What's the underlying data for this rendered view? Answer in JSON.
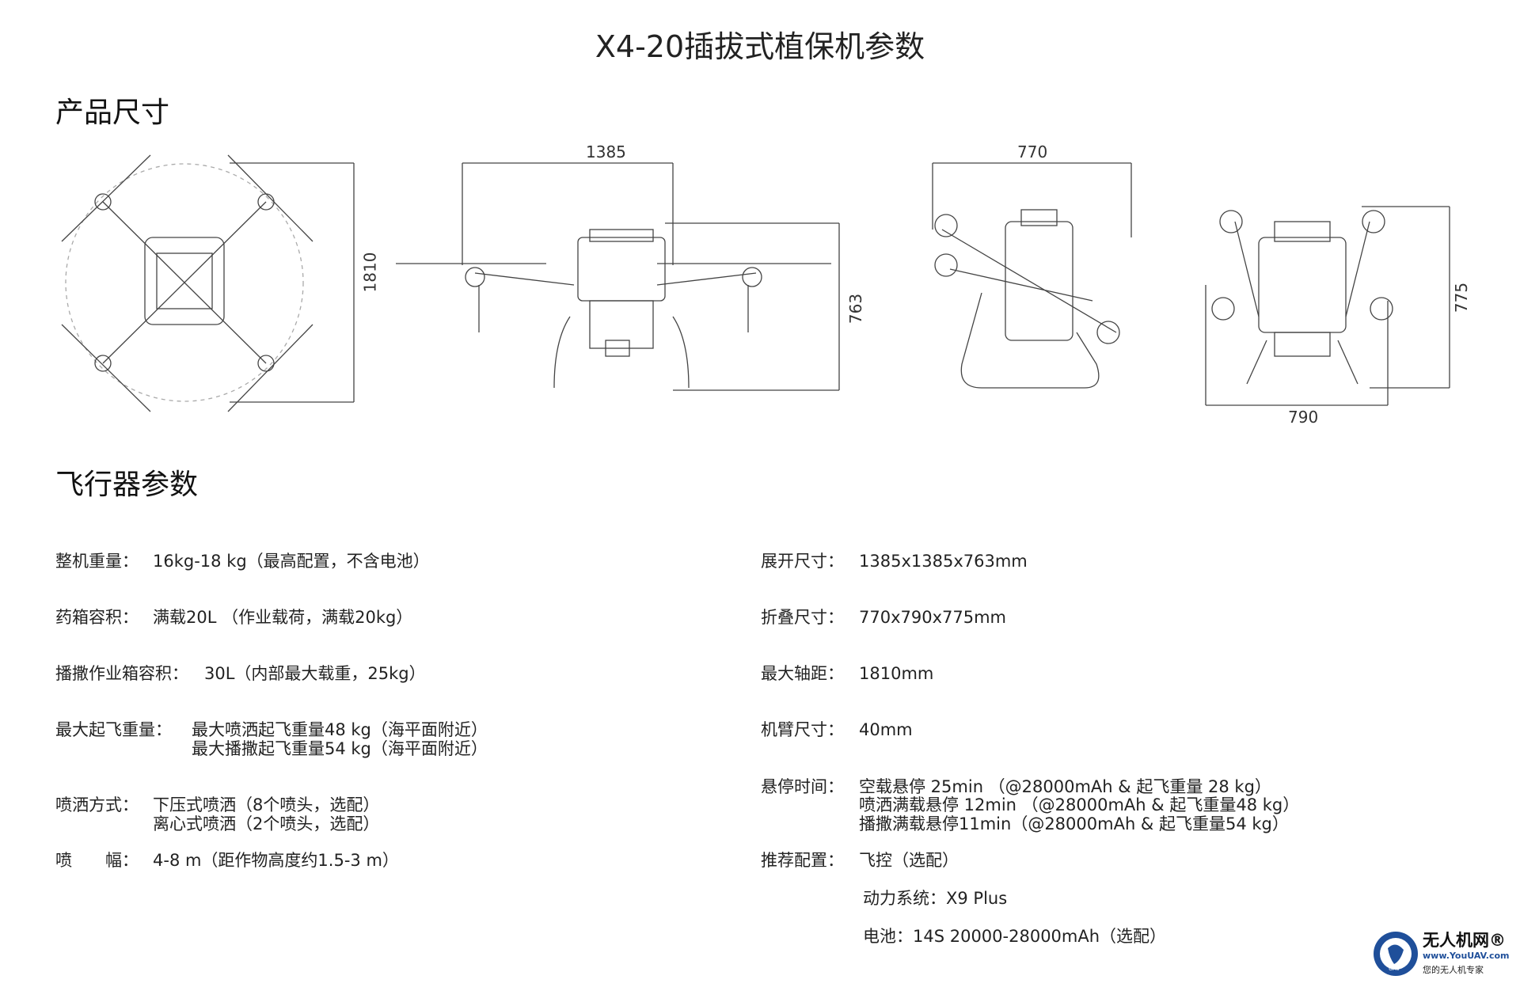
{
  "title": "X4-20插拔式植保机参数",
  "sections": {
    "dimensions": "产品尺寸",
    "aircraft": "飞行器参数"
  },
  "drawing_dims": {
    "wheelbase": "1810",
    "width_front": "1385",
    "height_front": "763",
    "folded_side": "770",
    "folded_height": "775",
    "folded_width": "790"
  },
  "left_specs": [
    {
      "label": "整机重量：",
      "value": "16kg-18 kg（最高配置，不含电池）"
    },
    {
      "label": "药箱容积：",
      "value": "满载20L （作业载荷，满载20kg）"
    },
    {
      "label": "播撒作业箱容积：",
      "value": "30L（内部最大载重，25kg）"
    },
    {
      "label": "最大起飞重量：",
      "lines": [
        "最大喷洒起飞重量48 kg（海平面附近）",
        "最大播撒起飞重量54 kg（海平面附近）"
      ]
    },
    {
      "label": "喷洒方式：",
      "lines": [
        "下压式喷洒（8个喷头，选配）",
        "离心式喷洒（2个喷头，选配）"
      ]
    },
    {
      "label": "喷　　幅：",
      "value": "4-8 m（距作物高度约1.5-3 m）"
    }
  ],
  "right_specs": [
    {
      "label": "展开尺寸：",
      "value": "1385x1385x763mm"
    },
    {
      "label": "折叠尺寸：",
      "value": "770x790x775mm"
    },
    {
      "label": "最大轴距：",
      "value": "1810mm"
    },
    {
      "label": "机臂尺寸：",
      "value": "40mm"
    },
    {
      "label": "悬停时间：",
      "lines": [
        "空载悬停 25min （@28000mAh & 起飞重量 28 kg）",
        "喷洒满载悬停 12min （@28000mAh & 起飞重量48 kg）",
        "播撒满载悬停11min（@28000mAh & 起飞重量54 kg）"
      ]
    },
    {
      "label": "推荐配置：",
      "value": "飞控（选配）"
    },
    {
      "sub": "动力系统：X9 Plus"
    },
    {
      "sub": "电池：14S 20000-28000mAh（选配）"
    }
  ],
  "logo": {
    "name": "无人机网®",
    "url": "www.YouUAV.com",
    "slogan": "您的无人机专家",
    "badge": "UAV"
  }
}
